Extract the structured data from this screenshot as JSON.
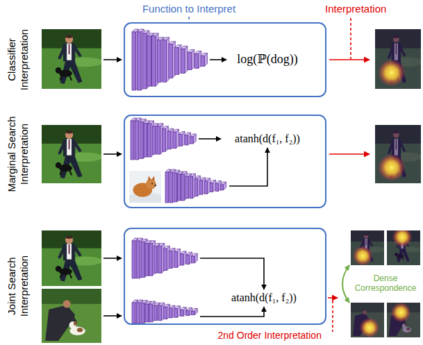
{
  "diagram": {
    "nodes": [
      {
        "text": [
          "Function to Interpret",
          "log(ℙ(dog))"
        ]
      },
      {
        "text": [
          "atanh(d(f₁, f₂))"
        ]
      },
      {
        "text": [
          "atanh(d(f₁, f₂))"
        ]
      }
    ],
    "labels": [
      "Interpretation",
      "Classifier Interpretation",
      "Marginal Search Interpretation",
      "Joint Search Interpretation",
      "Dense Correspondence",
      "2nd Order Interpretation"
    ]
  }
}
